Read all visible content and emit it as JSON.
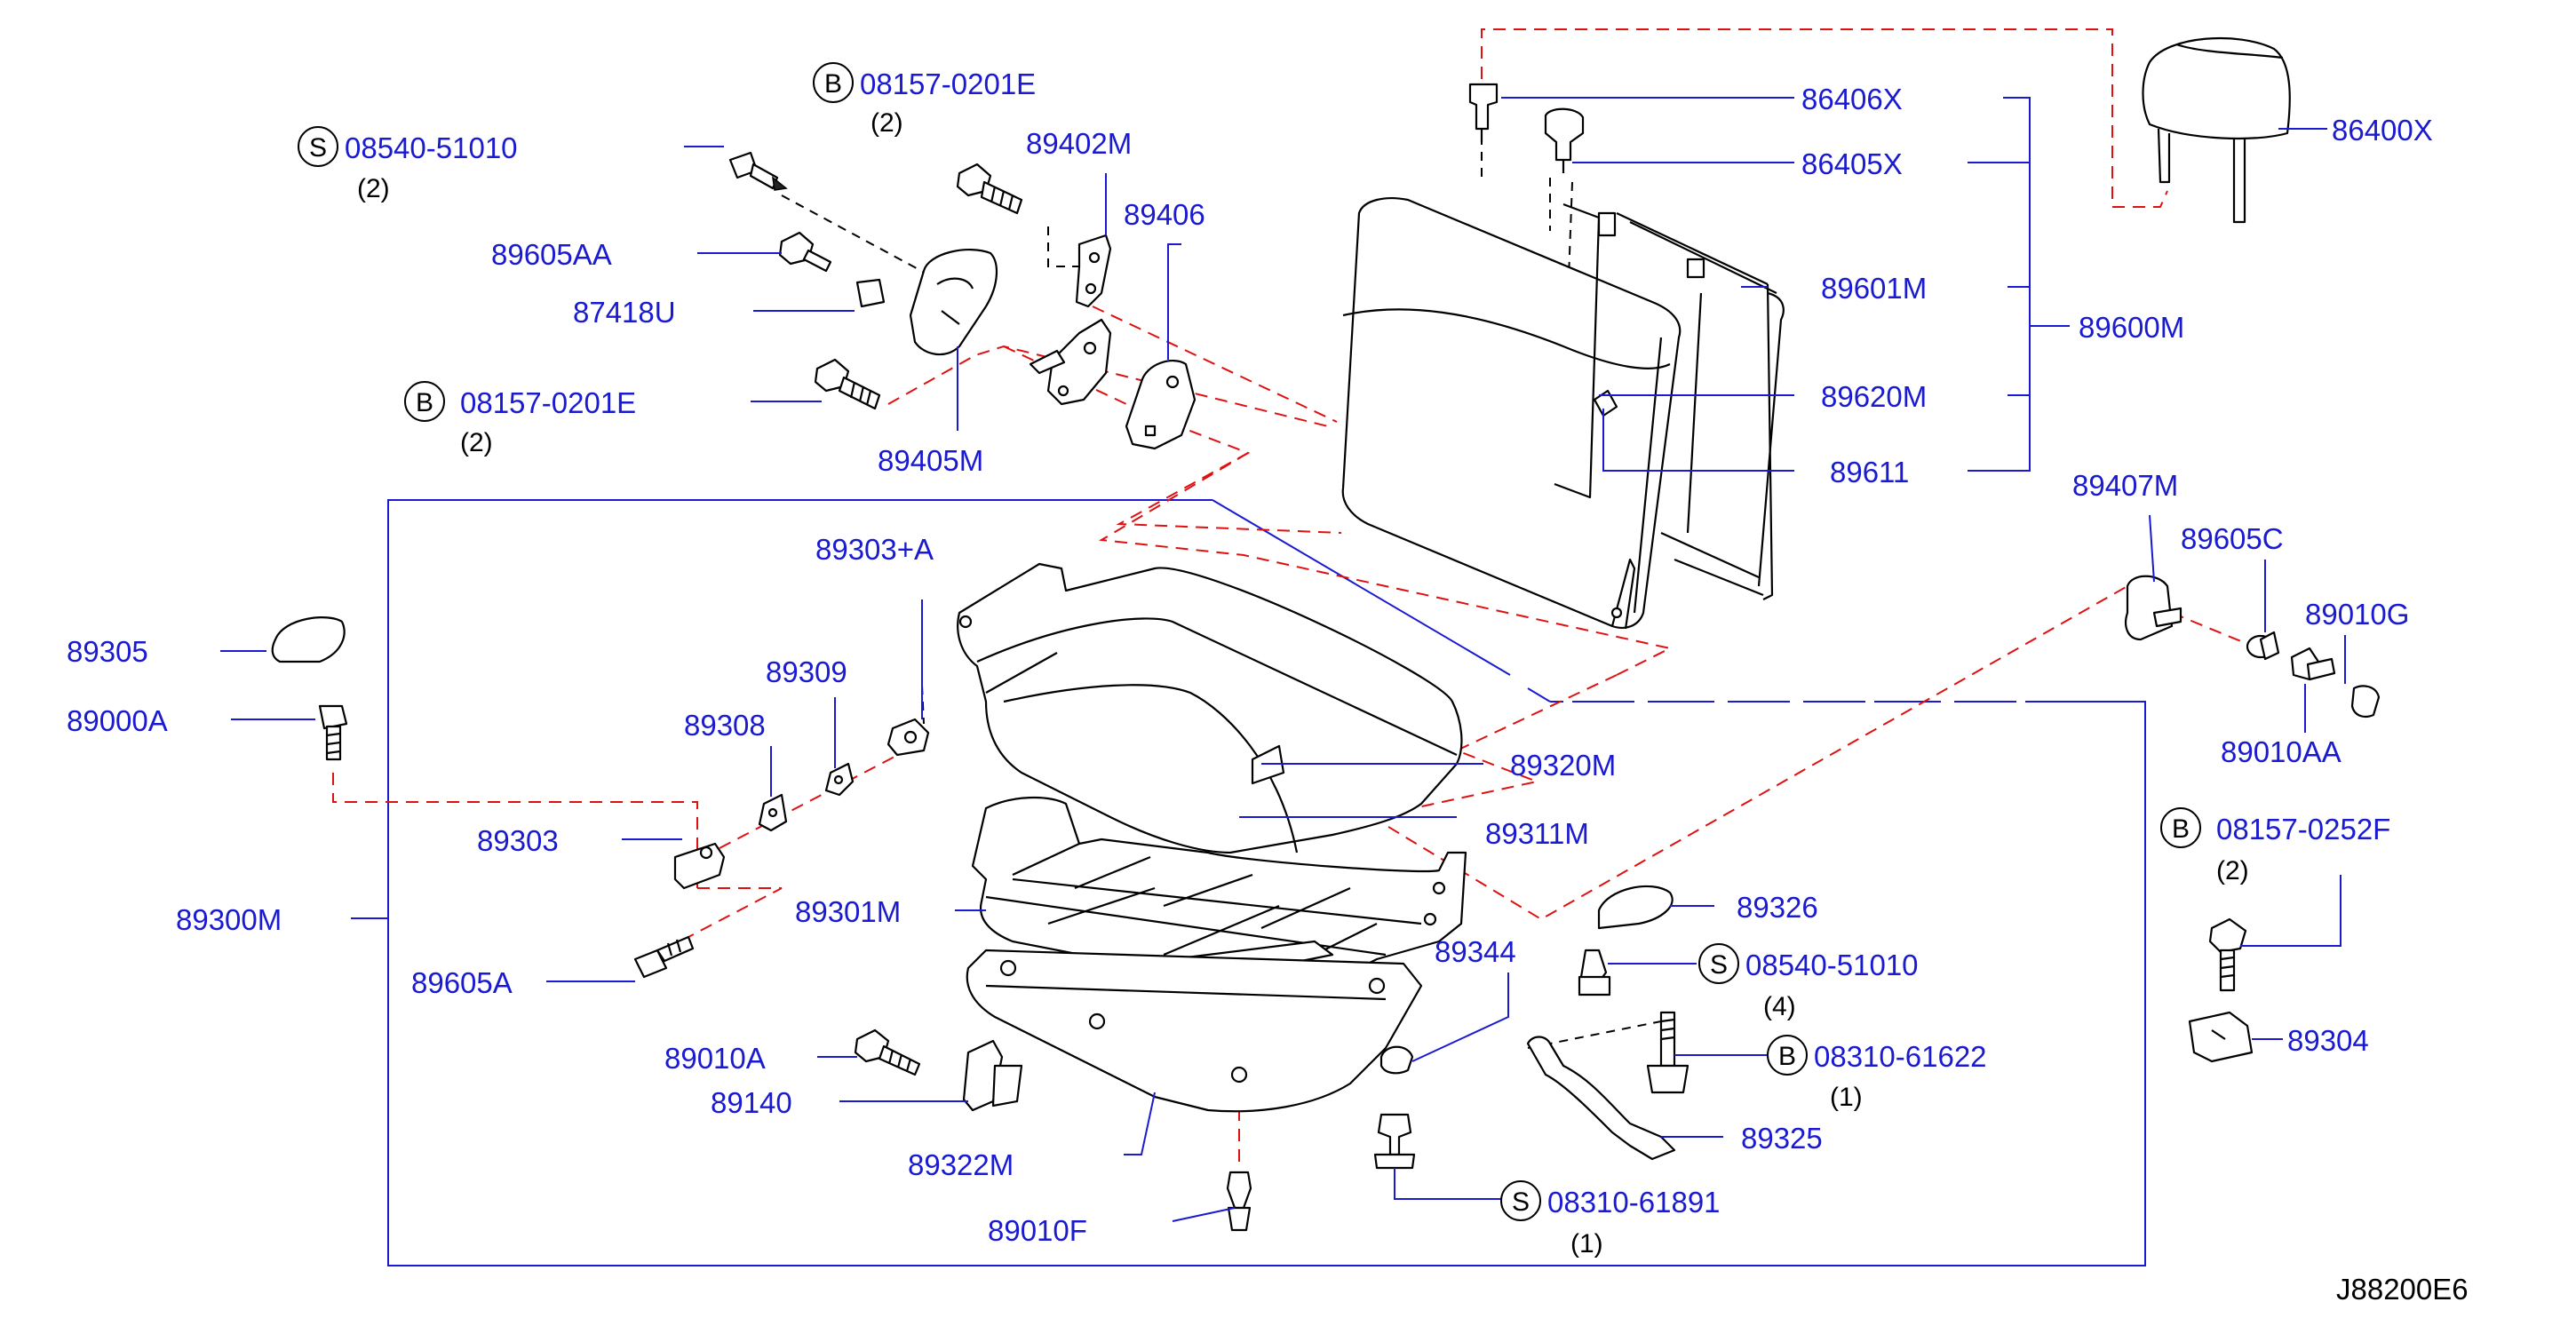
{
  "diagram_code": "J88200E6",
  "labels": {
    "l_08540_51010_a": "08540-51010",
    "l_08157_0201e_a": "08157-0201E",
    "l_89402m": "89402M",
    "l_89406": "89406",
    "l_89605aa": "89605AA",
    "l_87418u": "87418U",
    "l_08157_0201e_b": "08157-0201E",
    "l_89405m": "89405M",
    "l_86406x": "86406X",
    "l_86405x": "86405X",
    "l_86400x": "86400X",
    "l_89601m": "89601M",
    "l_89600m": "89600M",
    "l_89620m": "89620M",
    "l_89611": "89611",
    "l_89407m": "89407M",
    "l_89605c": "89605C",
    "l_89010g": "89010G",
    "l_89010aa": "89010AA",
    "l_08157_0252f": "08157-0252F",
    "l_89304": "89304",
    "l_89303a": "89303+A",
    "l_89305": "89305",
    "l_89000a": "89000A",
    "l_89309": "89309",
    "l_89308": "89308",
    "l_89303": "89303",
    "l_89300m": "89300M",
    "l_89301m": "89301M",
    "l_89605a": "89605A",
    "l_89320m": "89320M",
    "l_89311m": "89311M",
    "l_89326": "89326",
    "l_08540_51010_b": "08540-51010",
    "l_89344": "89344",
    "l_08310_61622": "08310-61622",
    "l_89325": "89325",
    "l_89010a": "89010A",
    "l_89140": "89140",
    "l_89322m": "89322M",
    "l_89010f": "89010F",
    "l_08310_61891": "08310-61891"
  },
  "quantities": {
    "q_08540_51010_a": "(2)",
    "q_08157_0201e_a": "(2)",
    "q_08157_0201e_b": "(2)",
    "q_08157_0252f": "(2)",
    "q_08540_51010_b": "(4)",
    "q_08310_61622": "(1)",
    "q_08310_61891": "(1)"
  },
  "badges": {
    "b_s1": "S",
    "b_b1": "B",
    "b_b2": "B",
    "b_b3": "B",
    "b_s2": "S",
    "b_b4": "B",
    "b_s3": "S"
  }
}
